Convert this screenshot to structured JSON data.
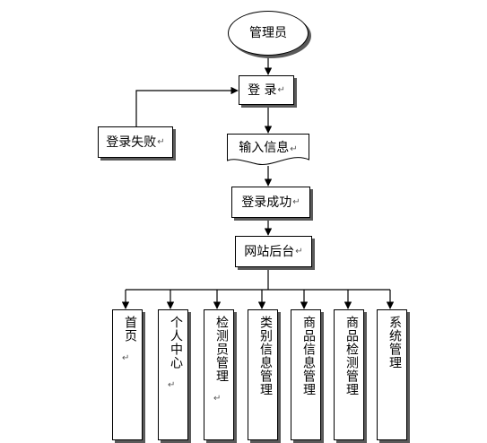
{
  "nodes": {
    "admin": "管理员",
    "login": "登 录",
    "login_fail": "登录失败",
    "input_info": "输入信息",
    "login_success": "登录成功",
    "backend": "网站后台"
  },
  "modules": [
    "首页",
    "个人中心",
    "检测员管理",
    "类别信息管理",
    "商品信息管理",
    "商品检测管理",
    "系统管理"
  ],
  "paragraph_mark": "↵"
}
